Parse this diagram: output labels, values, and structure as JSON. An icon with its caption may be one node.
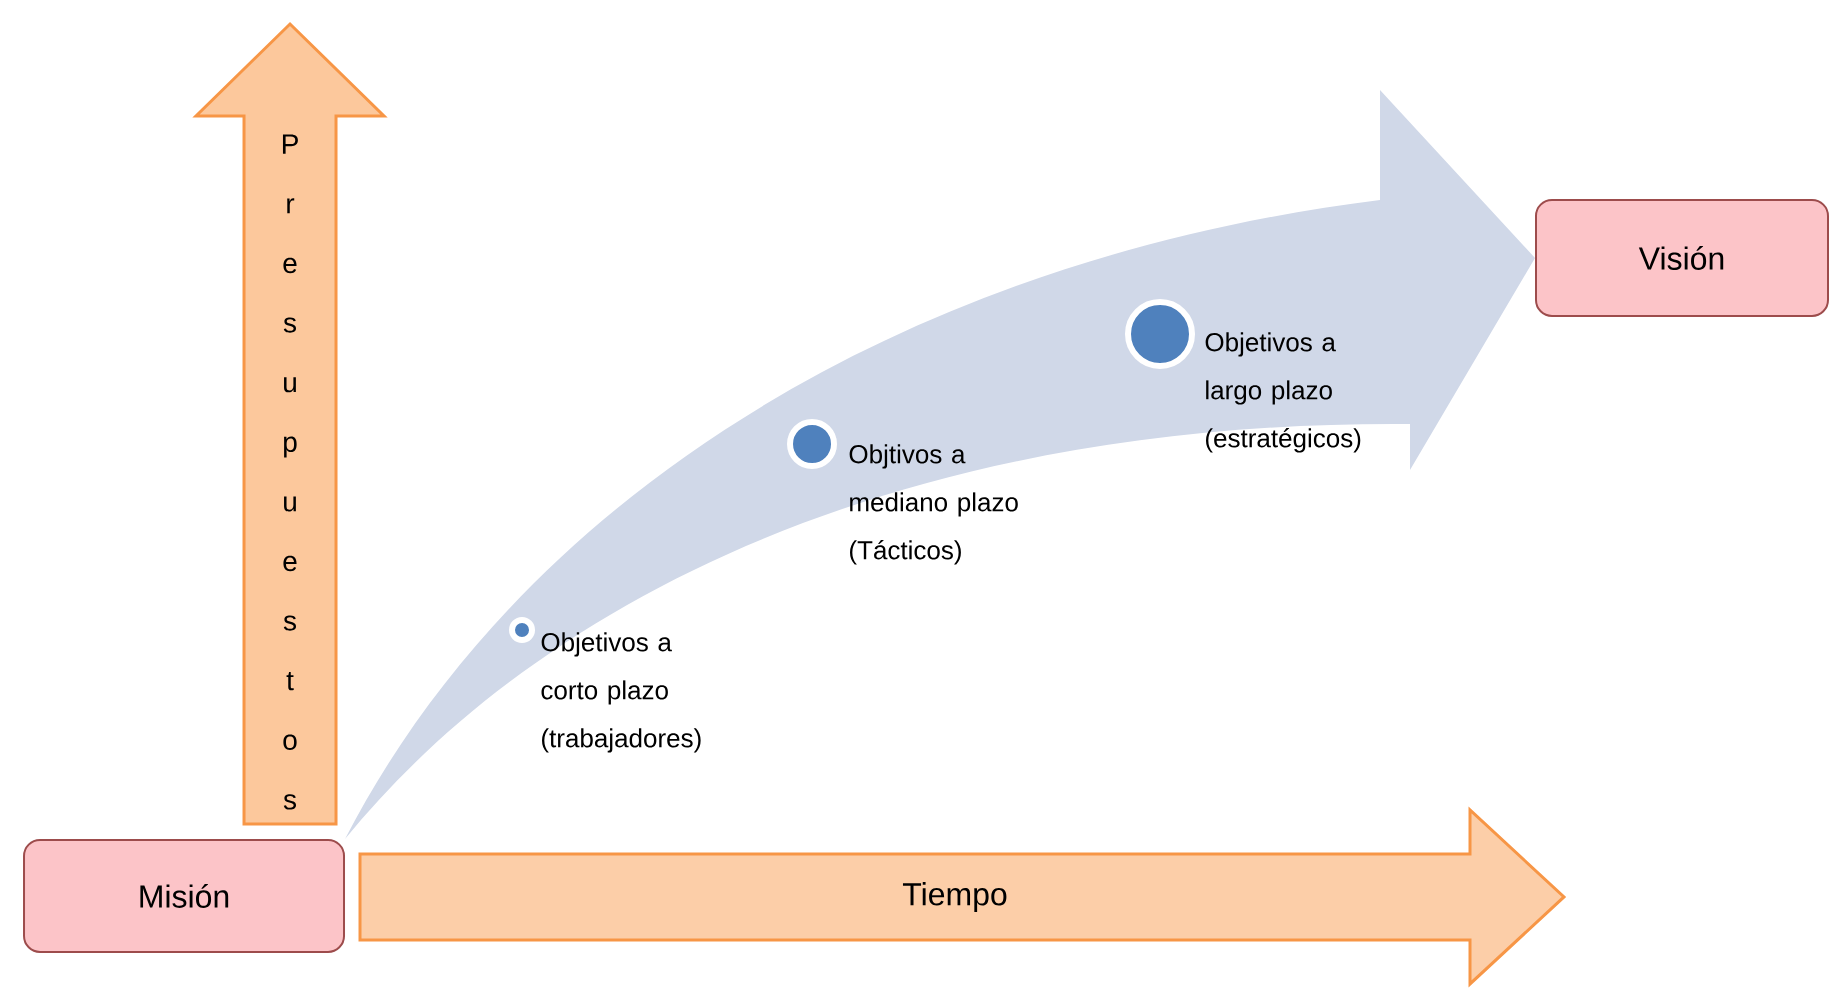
{
  "diagram": {
    "nodes": [
      {
        "text": [
          "Misión"
        ]
      },
      {
        "text": [
          "Presupuestos"
        ]
      },
      {
        "text": [
          "Tiempo"
        ]
      },
      {
        "text": [],
        "shape": "circle",
        "beside": [
          "Objetivos a corto plazo (trabajadores)"
        ]
      },
      {
        "text": [],
        "shape": "circle",
        "beside": [
          "Objtivos a mediano plazo (Tácticos)"
        ]
      },
      {
        "text": [],
        "shape": "circle",
        "beside": [
          "Objetivos a largo plazo (estratégicos)"
        ]
      },
      {
        "text": [
          "Visión"
        ]
      }
    ],
    "edges": [
      {
        "from": 0,
        "to": 6,
        "arrow": "to"
      }
    ]
  }
}
